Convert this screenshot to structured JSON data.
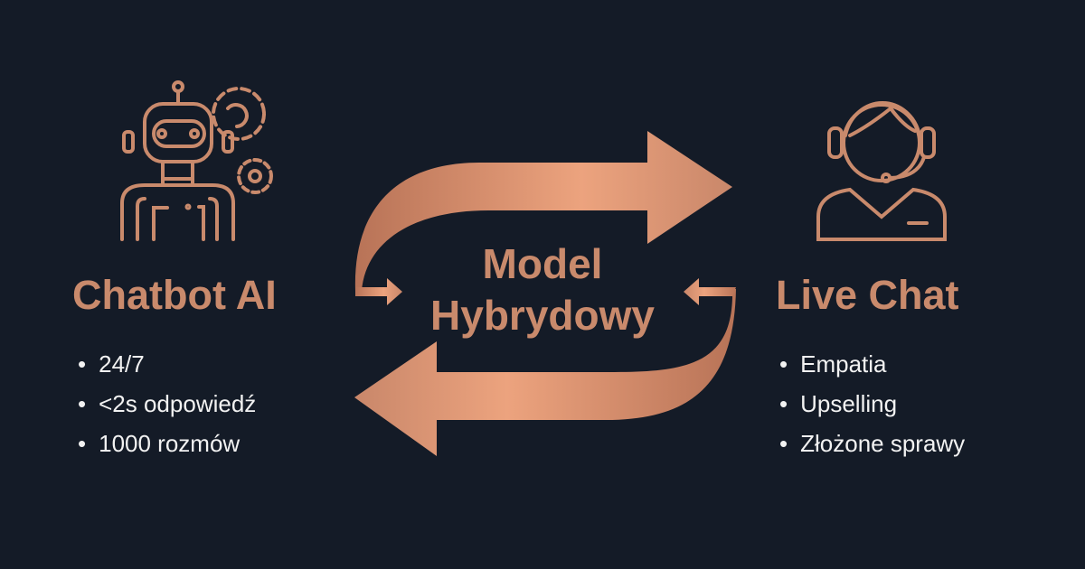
{
  "center_label": {
    "line1": "Model",
    "line2": "Hybrydowy"
  },
  "left": {
    "title": "Chatbot AI",
    "icon": "robot-with-gears-icon",
    "bullets": [
      "24/7",
      "<2s odpowiedź",
      "1000 rozmów"
    ]
  },
  "right": {
    "title": "Live Chat",
    "icon": "headset-agent-icon",
    "bullets": [
      "Empatia",
      "Upselling",
      "Złożone sprawy"
    ]
  },
  "colors": {
    "background": "#141b27",
    "copper": "#c98a6c",
    "copper_light": "#eca37e",
    "text": "#f2f2f2"
  }
}
